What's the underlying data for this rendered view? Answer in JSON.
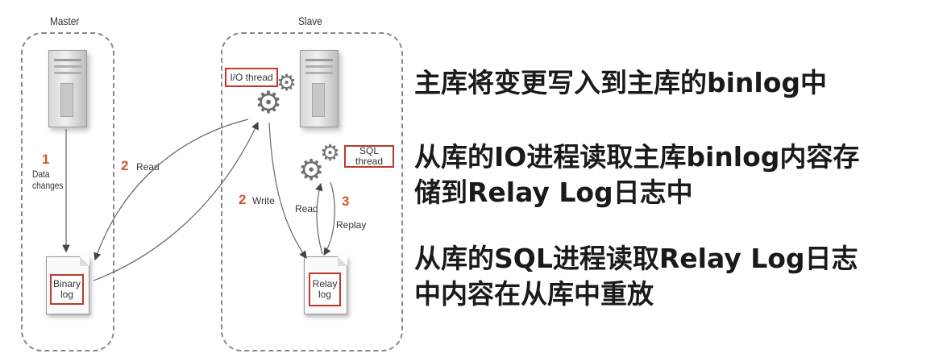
{
  "diagram": {
    "master": {
      "title": "Master",
      "binary_log": "Binary\nlog",
      "step1_num": "1",
      "step1_label": "Data\nchanges"
    },
    "slave": {
      "title": "Slave",
      "io_thread": "I/O thread",
      "sql_thread": "SQL thread",
      "relay_log": "Relay\nlog"
    },
    "read_step": {
      "num": "2",
      "label": "Read"
    },
    "write_step": {
      "num": "2",
      "label": "Write"
    },
    "replay_step": {
      "num": "3",
      "read_label": "Read",
      "replay_label": "Replay"
    },
    "gear_icon": "⚙"
  },
  "descriptions": [
    {
      "lines": [
        "主库将变更写入到主库的binlog中"
      ]
    },
    {
      "lines": [
        "从库的IO进程读取主库binlog内容存",
        "储到Relay Log日志中"
      ]
    },
    {
      "lines": [
        "从库的SQL进程读取Relay Log日志",
        "中内容在从库中重放"
      ]
    }
  ],
  "colors": {
    "accent_red": "#c0392b",
    "step_number": "#d9532c"
  }
}
